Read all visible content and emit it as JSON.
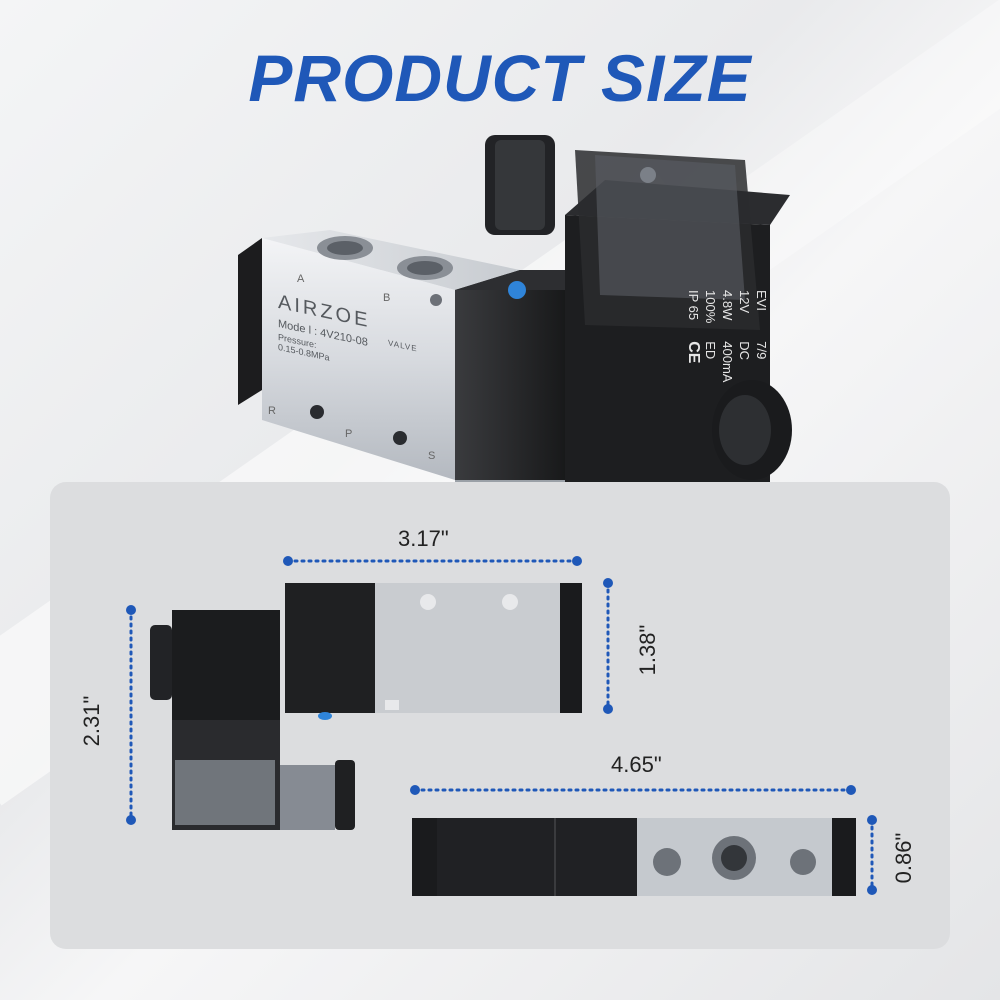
{
  "title": "PRODUCT SIZE",
  "brand_color": "#1f58b8",
  "product": {
    "brand": "AIRZOE",
    "brand_sub": "VALVE",
    "model": "Mode l : 4V210-08",
    "pressure_label": "Pressure:",
    "pressure_value": "0.15-0.8MPa",
    "port_a": "A",
    "port_b": "B",
    "port_r": "R",
    "port_p": "P",
    "port_s": "S",
    "coil_specs": {
      "line1": "EVI",
      "line2": "12V",
      "line3": "4.8W",
      "line4": "100%",
      "line5": "IP 65",
      "line6": "7/9",
      "line7": "DC",
      "line8": "400mA",
      "line9": "ED",
      "mark": "CE"
    }
  },
  "dimensions": {
    "top_width": "3.17\"",
    "top_height": "1.38\"",
    "side_height": "2.31\"",
    "bottom_length": "4.65\"",
    "bottom_height": "0.86\""
  }
}
